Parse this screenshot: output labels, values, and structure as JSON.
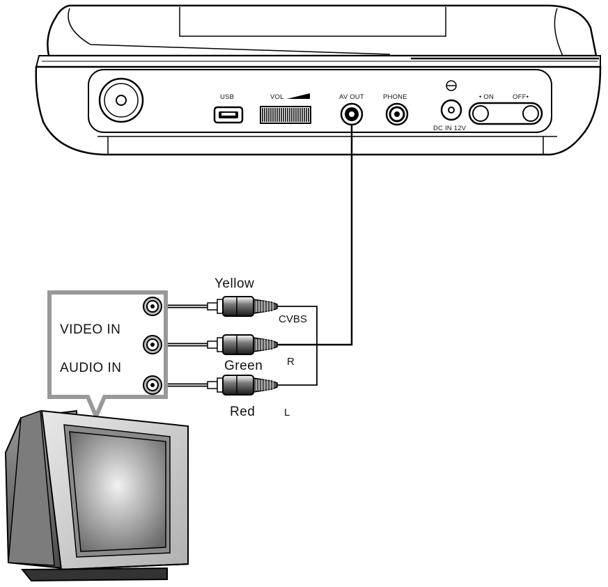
{
  "player_panel": {
    "usb_label": "USB",
    "vol_label": "VOL",
    "av_out_label": "AV OUT",
    "phone_label": "PHONE",
    "dc_in_label": "DC IN 12V",
    "on_label": "• ON",
    "off_label": "OFF•"
  },
  "cables": {
    "yellow_label": "Yellow",
    "green_label": "Green",
    "red_label": "Red",
    "cvbs_label": "CVBS",
    "r_label": "R",
    "l_label": "L"
  },
  "tv": {
    "video_in_label": "VIDEO IN",
    "audio_in_label": "AUDIO IN"
  },
  "icons": {
    "disc_button": "disc-eject-icon",
    "usb_port": "mini-usb-port-icon",
    "volume_wheel": "volume-wheel-icon",
    "av_out_jack": "jack-icon",
    "phone_jack": "jack-icon",
    "dc_jack": "dc-jack-icon",
    "polarity": "polarity-symbol-icon",
    "power_switch": "slide-switch-icon",
    "rca_plug": "rca-plug-icon",
    "television": "crt-tv-icon"
  }
}
